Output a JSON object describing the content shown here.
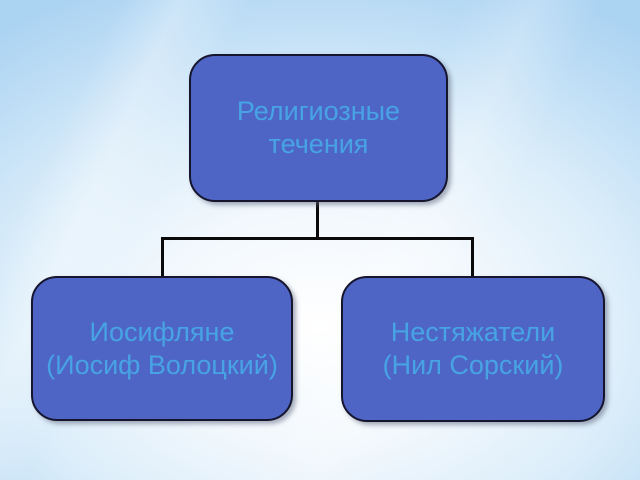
{
  "diagram": {
    "root": {
      "line1": "Религиозные",
      "line2": "течения"
    },
    "children": [
      {
        "line1": "Иосифляне",
        "line2": "(Иосиф Волоцкий)"
      },
      {
        "line1": "Нестяжатели",
        "line2": "(Нил Сорский)"
      }
    ]
  },
  "colors": {
    "node_fill": "#4e65c5",
    "node_border": "#15152e",
    "node_text": "#47a3e4",
    "connector": "#0a0a0a",
    "bg_center": "#ffffff",
    "bg_edge": "#abd3f2"
  }
}
